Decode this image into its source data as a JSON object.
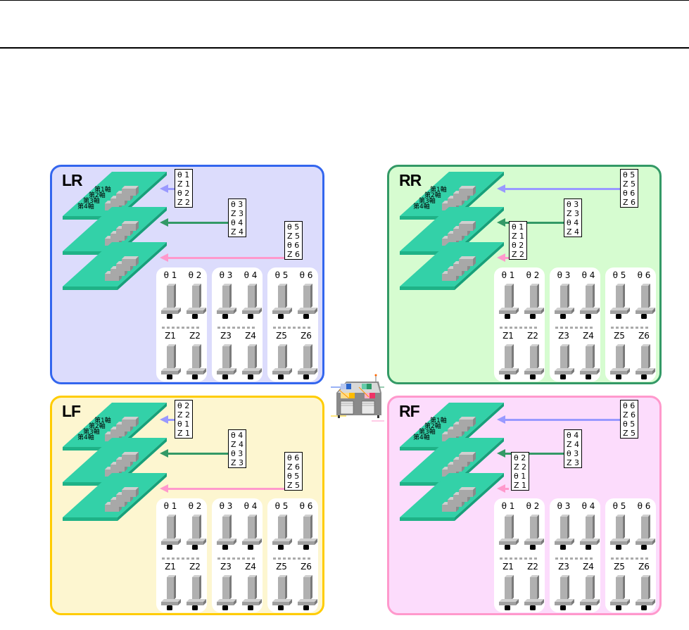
{
  "axis_labels": [
    "第1軸",
    "第2軸",
    "第3軸",
    "第4軸"
  ],
  "colors": {
    "board": "#33d1a8",
    "board_edge": "#1fb287",
    "component": "#a8a8a8",
    "arrow_top": "#9999ff",
    "arrow_mid": "#339966",
    "arrow_bottom": "#ff99cc"
  },
  "panels": [
    {
      "id": "LR",
      "title": "LR",
      "border": "#3366ee",
      "bg": "#dcdcfc",
      "label_top": [
        "θ 1",
        "Z 1",
        "θ 2",
        "Z 2"
      ],
      "label_mid": [
        "θ 3",
        "Z 3",
        "θ 4",
        "Z 4"
      ],
      "label_bottom": [
        "θ 5",
        "Z 5",
        "θ 6",
        "Z 6"
      ],
      "groups": [
        {
          "theta": [
            "θ 1",
            "θ 2"
          ],
          "z": [
            "Z1",
            "Z2"
          ]
        },
        {
          "theta": [
            "θ 3",
            "θ 4"
          ],
          "z": [
            "Z3",
            "Z4"
          ]
        },
        {
          "theta": [
            "θ 5",
            "θ 6"
          ],
          "z": [
            "Z5",
            "Z6"
          ]
        }
      ]
    },
    {
      "id": "RR",
      "title": "RR",
      "border": "#339966",
      "bg": "#d6fcd0",
      "label_top": [
        "θ 5",
        "Z 5",
        "θ 6",
        "Z 6"
      ],
      "label_mid": [
        "θ 3",
        "Z 3",
        "θ 4",
        "Z 4"
      ],
      "label_bottom": [
        "θ 1",
        "Z 1",
        "θ 2",
        "Z 2"
      ],
      "groups": [
        {
          "theta": [
            "θ 1",
            "θ 2"
          ],
          "z": [
            "Z1",
            "Z2"
          ]
        },
        {
          "theta": [
            "θ 3",
            "θ 4"
          ],
          "z": [
            "Z3",
            "Z4"
          ]
        },
        {
          "theta": [
            "θ 5",
            "θ 6"
          ],
          "z": [
            "Z5",
            "Z6"
          ]
        }
      ]
    },
    {
      "id": "LF",
      "title": "LF",
      "border": "#ffcc00",
      "bg": "#fdf6d0",
      "label_top": [
        "θ 2",
        "Z 2",
        "θ 1",
        "Z 1"
      ],
      "label_mid": [
        "θ 4",
        "Z 4",
        "θ 3",
        "Z 3"
      ],
      "label_bottom": [
        "θ 6",
        "Z 6",
        "θ 5",
        "Z 5"
      ],
      "groups": [
        {
          "theta": [
            "θ 1",
            "θ 2"
          ],
          "z": [
            "Z1",
            "Z2"
          ]
        },
        {
          "theta": [
            "θ 3",
            "θ 4"
          ],
          "z": [
            "Z3",
            "Z4"
          ]
        },
        {
          "theta": [
            "θ 5",
            "θ 6"
          ],
          "z": [
            "Z5",
            "Z6"
          ]
        }
      ]
    },
    {
      "id": "RF",
      "title": "RF",
      "border": "#ff99cc",
      "bg": "#fcdcfc",
      "label_top": [
        "θ 6",
        "Z 6",
        "θ 5",
        "Z 5"
      ],
      "label_mid": [
        "θ 4",
        "Z 4",
        "θ 3",
        "Z 3"
      ],
      "label_bottom": [
        "θ 2",
        "Z 2",
        "θ 1",
        "Z 1"
      ],
      "groups": [
        {
          "theta": [
            "θ 1",
            "θ 2"
          ],
          "z": [
            "Z1",
            "Z2"
          ]
        },
        {
          "theta": [
            "θ 3",
            "θ 4"
          ],
          "z": [
            "Z3",
            "Z4"
          ]
        },
        {
          "theta": [
            "θ 5",
            "θ 6"
          ],
          "z": [
            "Z5",
            "Z6"
          ]
        }
      ]
    }
  ],
  "machine": {
    "icon": "mounter-machine-icon"
  }
}
